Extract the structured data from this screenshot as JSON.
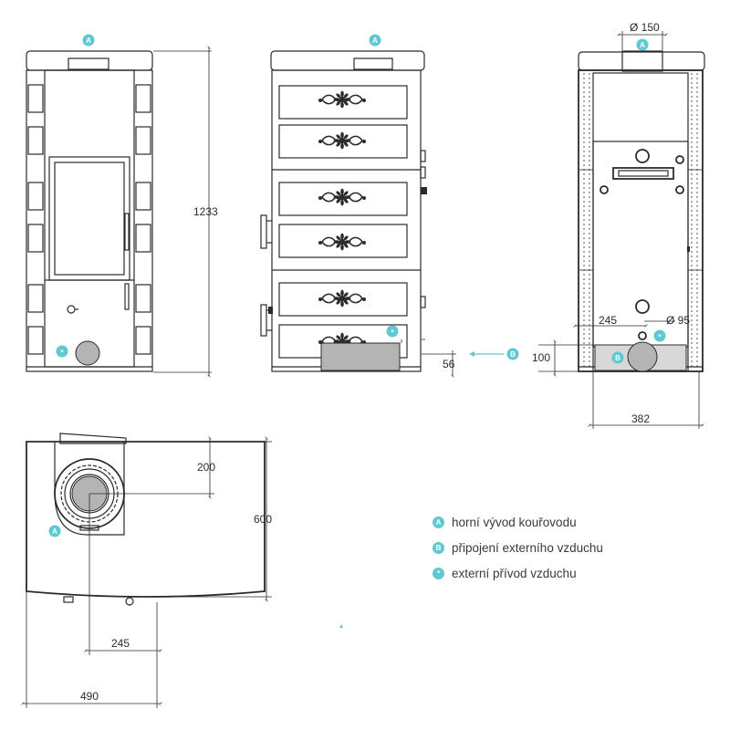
{
  "colors": {
    "accent": "#5fc8d0",
    "line": "#2b2b2b",
    "duct_fill": "#b4b4b4"
  },
  "badges": {
    "a": "A",
    "b": "B",
    "star": "*"
  },
  "dimensions": {
    "height": "1233",
    "flue_diameter": "Ø 150",
    "back_offset": "245",
    "air_diameter": "Ø 95",
    "back_height": "100",
    "back_width": "382",
    "side_offset": "56",
    "top_depth_offset": "200",
    "top_depth": "600",
    "top_offset": "245",
    "top_width": "490"
  },
  "legend": [
    {
      "badge": "A",
      "text": "horní vývod kouřovodu"
    },
    {
      "badge": "B",
      "text": "připojení externího vzduchu"
    },
    {
      "badge": "*",
      "text": "externí přívod vzduchu"
    }
  ]
}
